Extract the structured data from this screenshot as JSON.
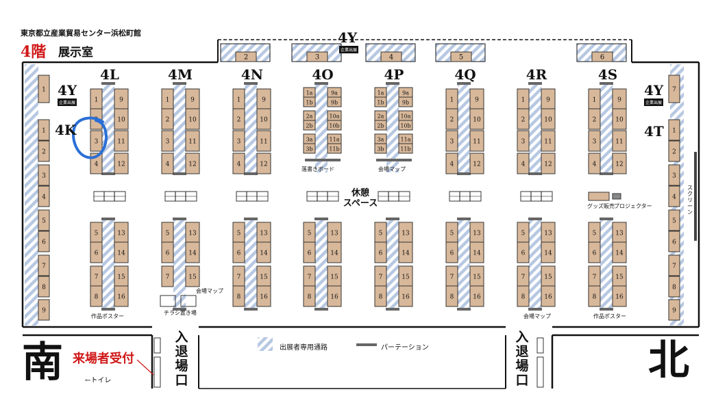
{
  "header": {
    "venue": "東京都立産業貿易センター浜松町館",
    "floor": "4階",
    "room": "展示室"
  },
  "blocks": [
    "4L",
    "4M",
    "4N",
    "4O",
    "4P",
    "4Q",
    "4R",
    "4S"
  ],
  "side_blocks": {
    "left_top": "4Y",
    "left_bottom": "4K",
    "top": "4Y",
    "right_top": "4Y",
    "right_bottom": "4T",
    "company_tag": "企業出展"
  },
  "top_booths": [
    "2",
    "3",
    "4",
    "5",
    "6"
  ],
  "left_booths": [
    "1",
    "1",
    "2",
    "3",
    "4",
    "5",
    "6",
    "7",
    "8",
    "9"
  ],
  "right_booths": [
    "7",
    "1",
    "2",
    "3",
    "4",
    "5",
    "6",
    "7",
    "8",
    "9"
  ],
  "standard_upper": {
    "left": [
      "1",
      "2",
      "3",
      "4"
    ],
    "right": [
      "9",
      "10",
      "11",
      "12"
    ]
  },
  "standard_lower": {
    "left": [
      "5",
      "6",
      "7",
      "8"
    ],
    "right": [
      "13",
      "14",
      "15",
      "16"
    ]
  },
  "split_upper": {
    "left": [
      "1a",
      "1b",
      "2a",
      "2b",
      "3a",
      "3b"
    ],
    "right": [
      "9a",
      "9b",
      "10a",
      "10b",
      "11a",
      "11b"
    ]
  },
  "labels": {
    "rest_line1": "休憩",
    "rest_line2": "スペース",
    "writing_board": "落書きボード",
    "venue_map": "会場マップ",
    "goods": "グッズ販売",
    "projector": "プロジェクター",
    "screen": "スクリーン",
    "poster": "作品ポスター",
    "flyer": "チラシ置き場",
    "map_4m": "会場マップ",
    "map_4r": "会場マップ"
  },
  "legend": {
    "aisle": "出展者専用通路",
    "partition": "パーテーション"
  },
  "entrance": [
    "入",
    "退",
    "場",
    "口"
  ],
  "south": "南",
  "north": "北",
  "reception": "来場者受付",
  "toilet": "←トイレ",
  "colors": {
    "booth_fill": "#d8b89a",
    "booth_stroke": "#333333",
    "aisle_stripe": "#b7c8e2",
    "accent_red": "#d01818",
    "highlight_circle": "#2a6fd6"
  }
}
